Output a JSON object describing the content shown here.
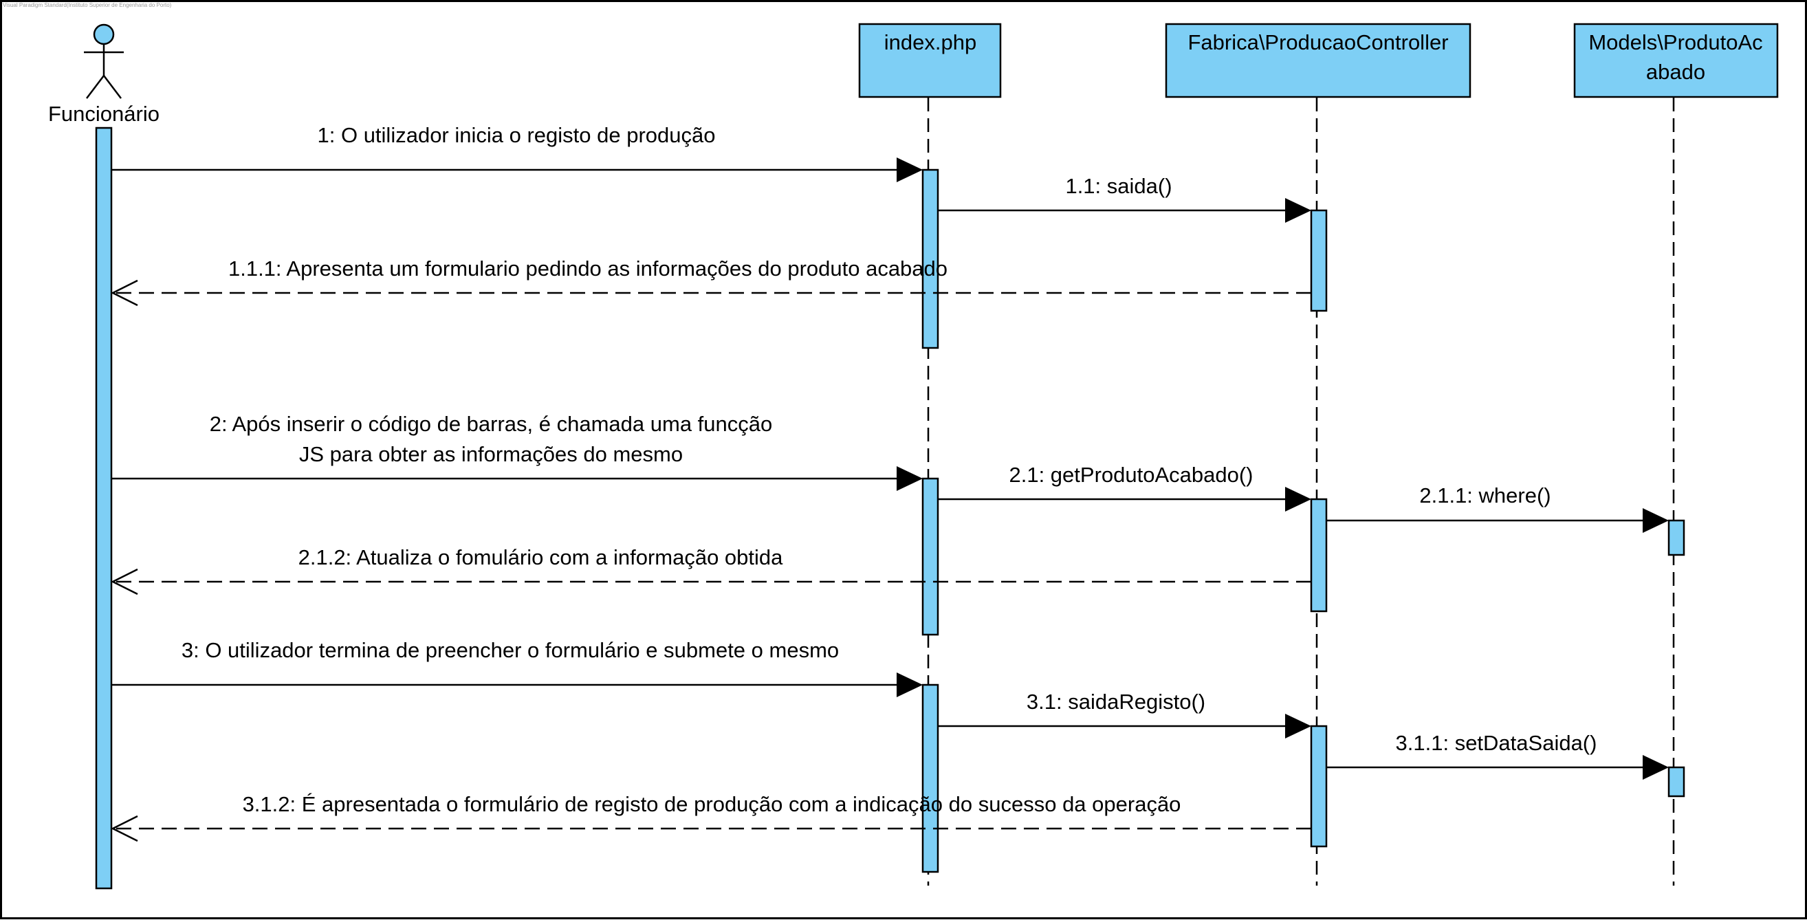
{
  "diagram": {
    "watermark": "Visual Paradigm Standard(Instituto Superior de Engenharia do Porto)",
    "colors": {
      "fill": "#7ECFF5",
      "stroke": "#000000",
      "background": "#FFFFFF"
    },
    "actor": {
      "name": "Funcionário"
    },
    "lifelines": [
      {
        "id": "index",
        "lines": [
          "index.php"
        ]
      },
      {
        "id": "controller",
        "lines": [
          "Fabrica\\ProducaoController"
        ]
      },
      {
        "id": "model",
        "lines": [
          "Models\\ProdutoAc",
          "abado"
        ]
      }
    ],
    "messages": [
      {
        "id": "m1",
        "lines": [
          "1: O utilizador inicia o registo de produção"
        ],
        "kind": "sync"
      },
      {
        "id": "m1_1",
        "lines": [
          "1.1: saida()"
        ],
        "kind": "sync"
      },
      {
        "id": "m1_1_1",
        "lines": [
          "1.1.1: Apresenta um formulario pedindo as informações do produto acabado"
        ],
        "kind": "reply"
      },
      {
        "id": "m2",
        "lines": [
          "2: Após inserir o código de barras, é chamada uma funcção",
          "JS para obter as informações do mesmo"
        ],
        "kind": "sync"
      },
      {
        "id": "m2_1",
        "lines": [
          "2.1: getProdutoAcabado()"
        ],
        "kind": "sync"
      },
      {
        "id": "m2_1_1",
        "lines": [
          "2.1.1: where()"
        ],
        "kind": "sync"
      },
      {
        "id": "m2_1_2",
        "lines": [
          "2.1.2: Atualiza o fomulário com a informação obtida"
        ],
        "kind": "reply"
      },
      {
        "id": "m3",
        "lines": [
          "3: O utilizador termina de preencher o formulário e submete o mesmo"
        ],
        "kind": "sync"
      },
      {
        "id": "m3_1",
        "lines": [
          "3.1: saidaRegisto()"
        ],
        "kind": "sync"
      },
      {
        "id": "m3_1_1",
        "lines": [
          "3.1.1: setDataSaida()"
        ],
        "kind": "sync"
      },
      {
        "id": "m3_1_2",
        "lines": [
          "3.1.2: É apresentada o formulário de registo de produção com a indicação do sucesso da operação"
        ],
        "kind": "reply"
      }
    ]
  }
}
